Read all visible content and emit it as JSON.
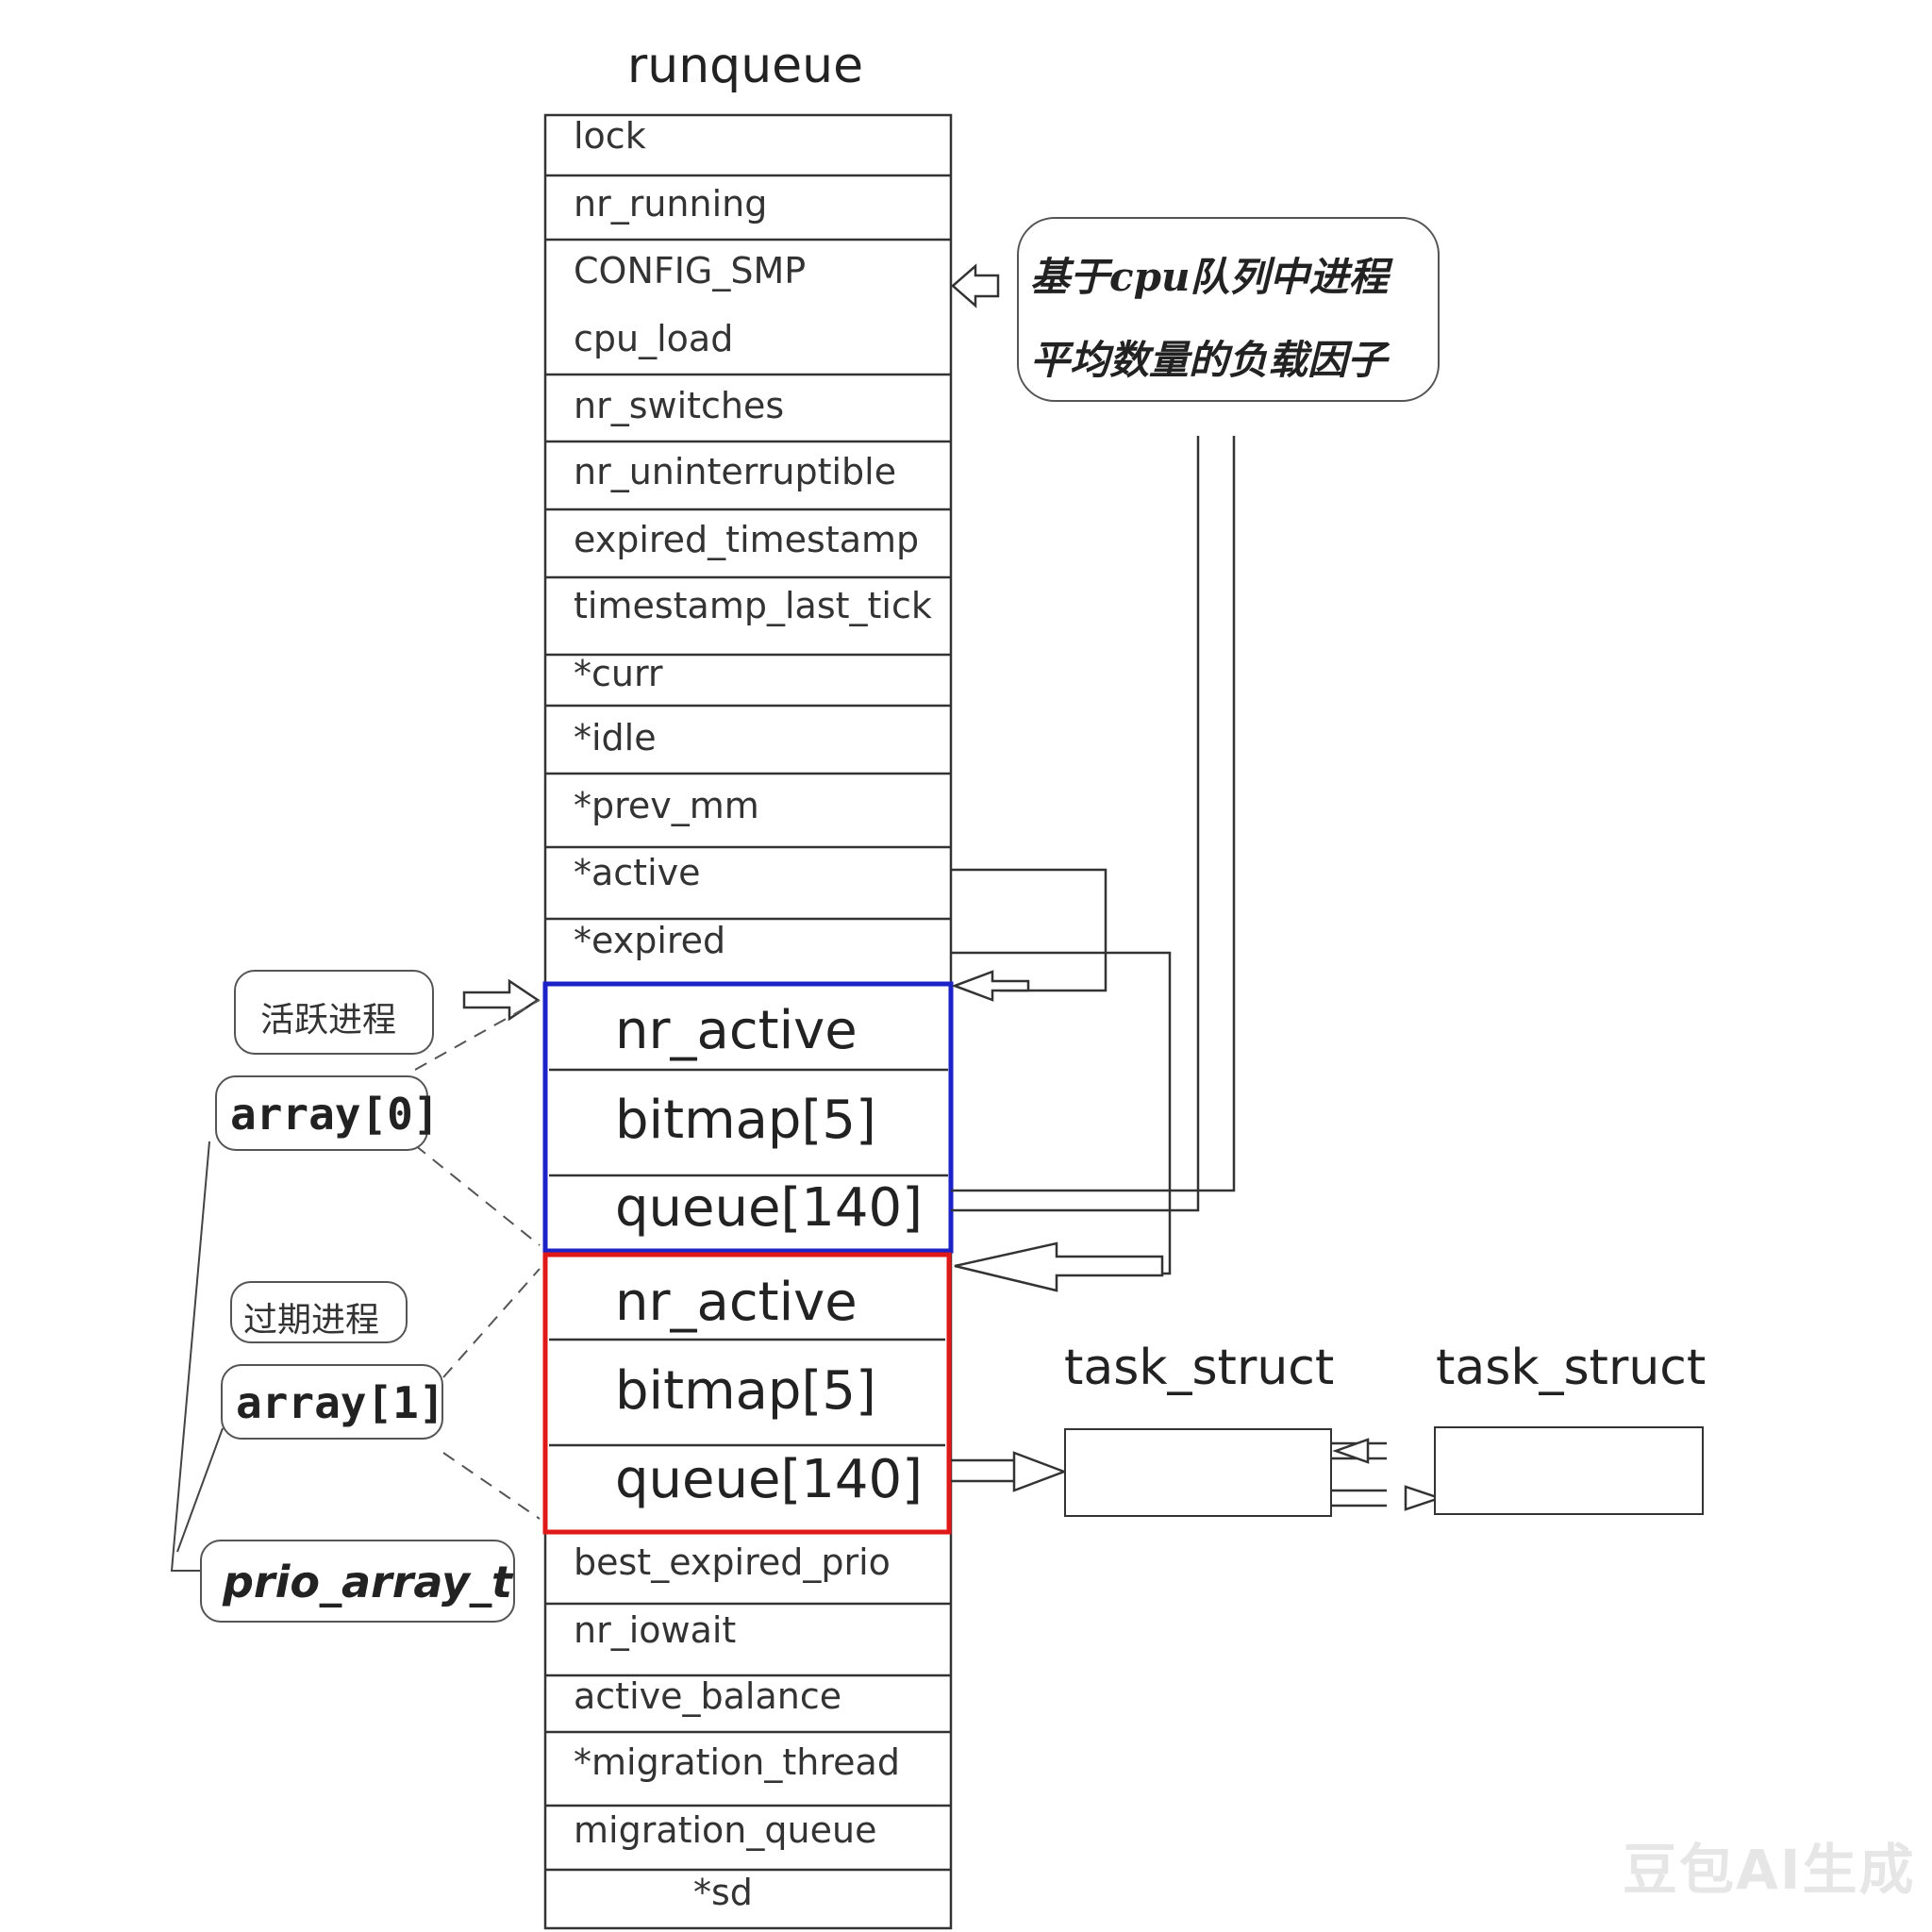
{
  "title": "runqueue",
  "fields_top": [
    "lock",
    "nr_running",
    "CONFIG_SMP",
    "cpu_load",
    "nr_switches",
    "nr_uninterruptible",
    "expired_timestamp",
    "timestamp_last_tick",
    "*curr",
    "*idle",
    "*prev_mm",
    "*active",
    "*expired"
  ],
  "array0": {
    "nr_active": "nr_active",
    "bitmap": "bitmap[5]",
    "queue": "queue[140]",
    "border_color": "#1a22c8"
  },
  "array1": {
    "nr_active": "nr_active",
    "bitmap": "bitmap[5]",
    "queue": "queue[140]",
    "border_color": "#e01818"
  },
  "fields_bottom": [
    "best_expired_prio",
    "nr_iowait",
    "active_balance",
    "*migration_thread",
    "migration_queue",
    "*sd"
  ],
  "cpu_load_note": {
    "line1": "基于cpu队列中进程",
    "line2": "平均数量的负载因子"
  },
  "labels": {
    "active_process": "活跃进程",
    "expired_process": "过期进程",
    "array0": "array[0]",
    "array1": "array[1]",
    "prio_array_t": "prio_array_t"
  },
  "task_struct_1": "task_struct",
  "task_struct_2": "task_struct",
  "watermark": "豆包AI生成"
}
